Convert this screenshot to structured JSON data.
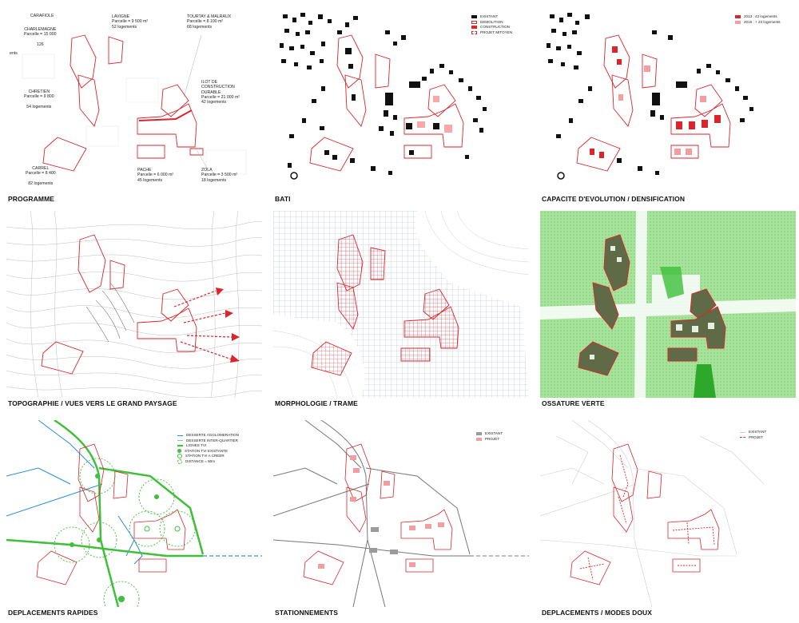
{
  "panels": [
    {
      "title": "PROGRAMME"
    },
    {
      "title": "BATI"
    },
    {
      "title": "CAPACITE D'EVOLUTION / DENSIFICATION"
    },
    {
      "title": "TOPOGRAPHIE / VUES VERS LE GRAND PAYSAGE"
    },
    {
      "title": "MORPHOLOGIE / TRAME"
    },
    {
      "title": "OSSATURE VERTE"
    },
    {
      "title": "DEPLACEMENTS RAPIDES"
    },
    {
      "title": "STATIONNEMENTS"
    },
    {
      "title": "DEPLACEMENTS / MODES DOUX"
    }
  ],
  "programme_labels": {
    "carafiole": "CARAFIOLE",
    "charlemagne": "CHARLEMAGNE\nParcelle = 15 000\n\n126",
    "ents": "ents",
    "lavigne": "LAVIGNE\nParcelle = 9 500 m²\n52 logements",
    "tourtay": "TOURTAY & MALRAUX\nParcelle = 8 100 m²\n68 logements",
    "ilot": "ILOT DE\nCONSTRUCTION\nDURABLE\nParcelle = 21 000 m²\n42 logements",
    "chretien": "CHRETIEN\nParcelle = 9 800\n\n54 logements",
    "carrel": "CARREL\nParcelle = 8 400\n\n82 logements",
    "pache": "PACHE\nParcelle = 6 000 m²\n45 logements",
    "zola": "ZOLA\nParcelle = 3 500 m²\n18 logements"
  },
  "legend_bati": [
    "EXISTANT",
    "DEMOLITION",
    "CONSTRUCTION",
    "PROJET MITOYEN"
  ],
  "legend_capacite": [
    "2013 : 42 logements",
    "2016 : + 23 logements"
  ],
  "legend_rapides": [
    "DESSERTE AGGLOMERATION",
    "DESSERTE INTER-QUARTIER",
    "LIGNES TVI",
    "STATION TVI EXISTANTE",
    "STATION TVI A CREER",
    "DISTANCE = 80m"
  ],
  "legend_stationnements": [
    "EXISTANT",
    "PROJET"
  ],
  "legend_doux": [
    "EXISTANT",
    "PROJET"
  ],
  "colors": {
    "project_red": "#d9262c",
    "green": "#3fbf3a",
    "blue": "#2a8fd6",
    "grid_blue": "#9bb4c8"
  }
}
